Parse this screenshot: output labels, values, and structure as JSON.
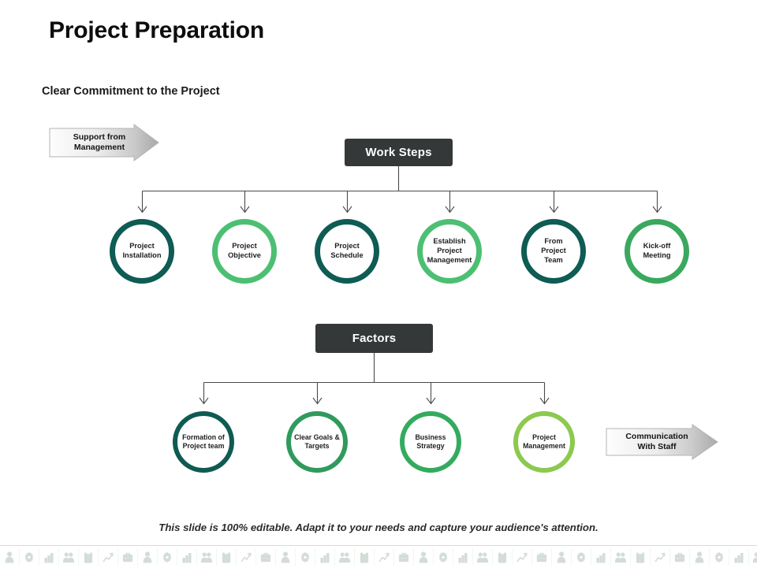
{
  "slide": {
    "title": "Project Preparation",
    "subtitle": "Clear Commitment to the Project",
    "footer_note": "This slide is 100% editable. Adapt it to your needs and capture your audience's attention."
  },
  "callouts": {
    "support": {
      "line1": "Support from",
      "line2": "Management",
      "icon": "right-arrow-banner"
    },
    "communication": {
      "line1": "Communication",
      "line2": "With Staff",
      "icon": "right-arrow-banner"
    }
  },
  "sections": [
    {
      "id": "work-steps",
      "header_label": "Work Steps",
      "nodes": [
        {
          "label": "Project Installation",
          "color": "#0e5c54"
        },
        {
          "label": "Project Objective",
          "color": "#4cbf73"
        },
        {
          "label": "Project Schedule",
          "color": "#0e5c54"
        },
        {
          "label": "Establish Project Management",
          "color": "#4cbf73"
        },
        {
          "label": "From Project Team",
          "color": "#0e5c54"
        },
        {
          "label": "Kick-off Meeting",
          "color": "#3aa85e"
        }
      ]
    },
    {
      "id": "factors",
      "header_label": "Factors",
      "nodes": [
        {
          "label": "Formation of Project team",
          "color": "#0f5b53"
        },
        {
          "label": "Clear Goals & Targets",
          "color": "#2f9a5c"
        },
        {
          "label": "Business Strategy",
          "color": "#33ab5e"
        },
        {
          "label": "Project Management",
          "color": "#8cc94f"
        }
      ]
    }
  ],
  "colors": {
    "dark_box": "#353839",
    "connector": "#4a4a4a",
    "teal": "#0e5c54",
    "green": "#4cbf73",
    "light_green": "#8cc94f"
  },
  "icon_strip": {
    "icons": [
      "person-icon",
      "gear-icon",
      "bar-chart-icon",
      "people-icon",
      "clipboard-icon",
      "chart-up-icon",
      "briefcase-icon",
      "person-icon",
      "gear-icon",
      "bar-chart-icon",
      "people-icon",
      "clipboard-icon",
      "chart-up-icon",
      "briefcase-icon",
      "person-icon",
      "gear-icon",
      "bar-chart-icon",
      "people-icon",
      "clipboard-icon",
      "chart-up-icon",
      "briefcase-icon",
      "person-icon",
      "gear-icon",
      "bar-chart-icon",
      "people-icon",
      "clipboard-icon",
      "chart-up-icon",
      "briefcase-icon",
      "person-icon",
      "gear-icon",
      "bar-chart-icon",
      "people-icon",
      "clipboard-icon",
      "chart-up-icon",
      "briefcase-icon",
      "person-icon",
      "gear-icon",
      "bar-chart-icon",
      "people-icon",
      "clipboard-icon"
    ]
  }
}
